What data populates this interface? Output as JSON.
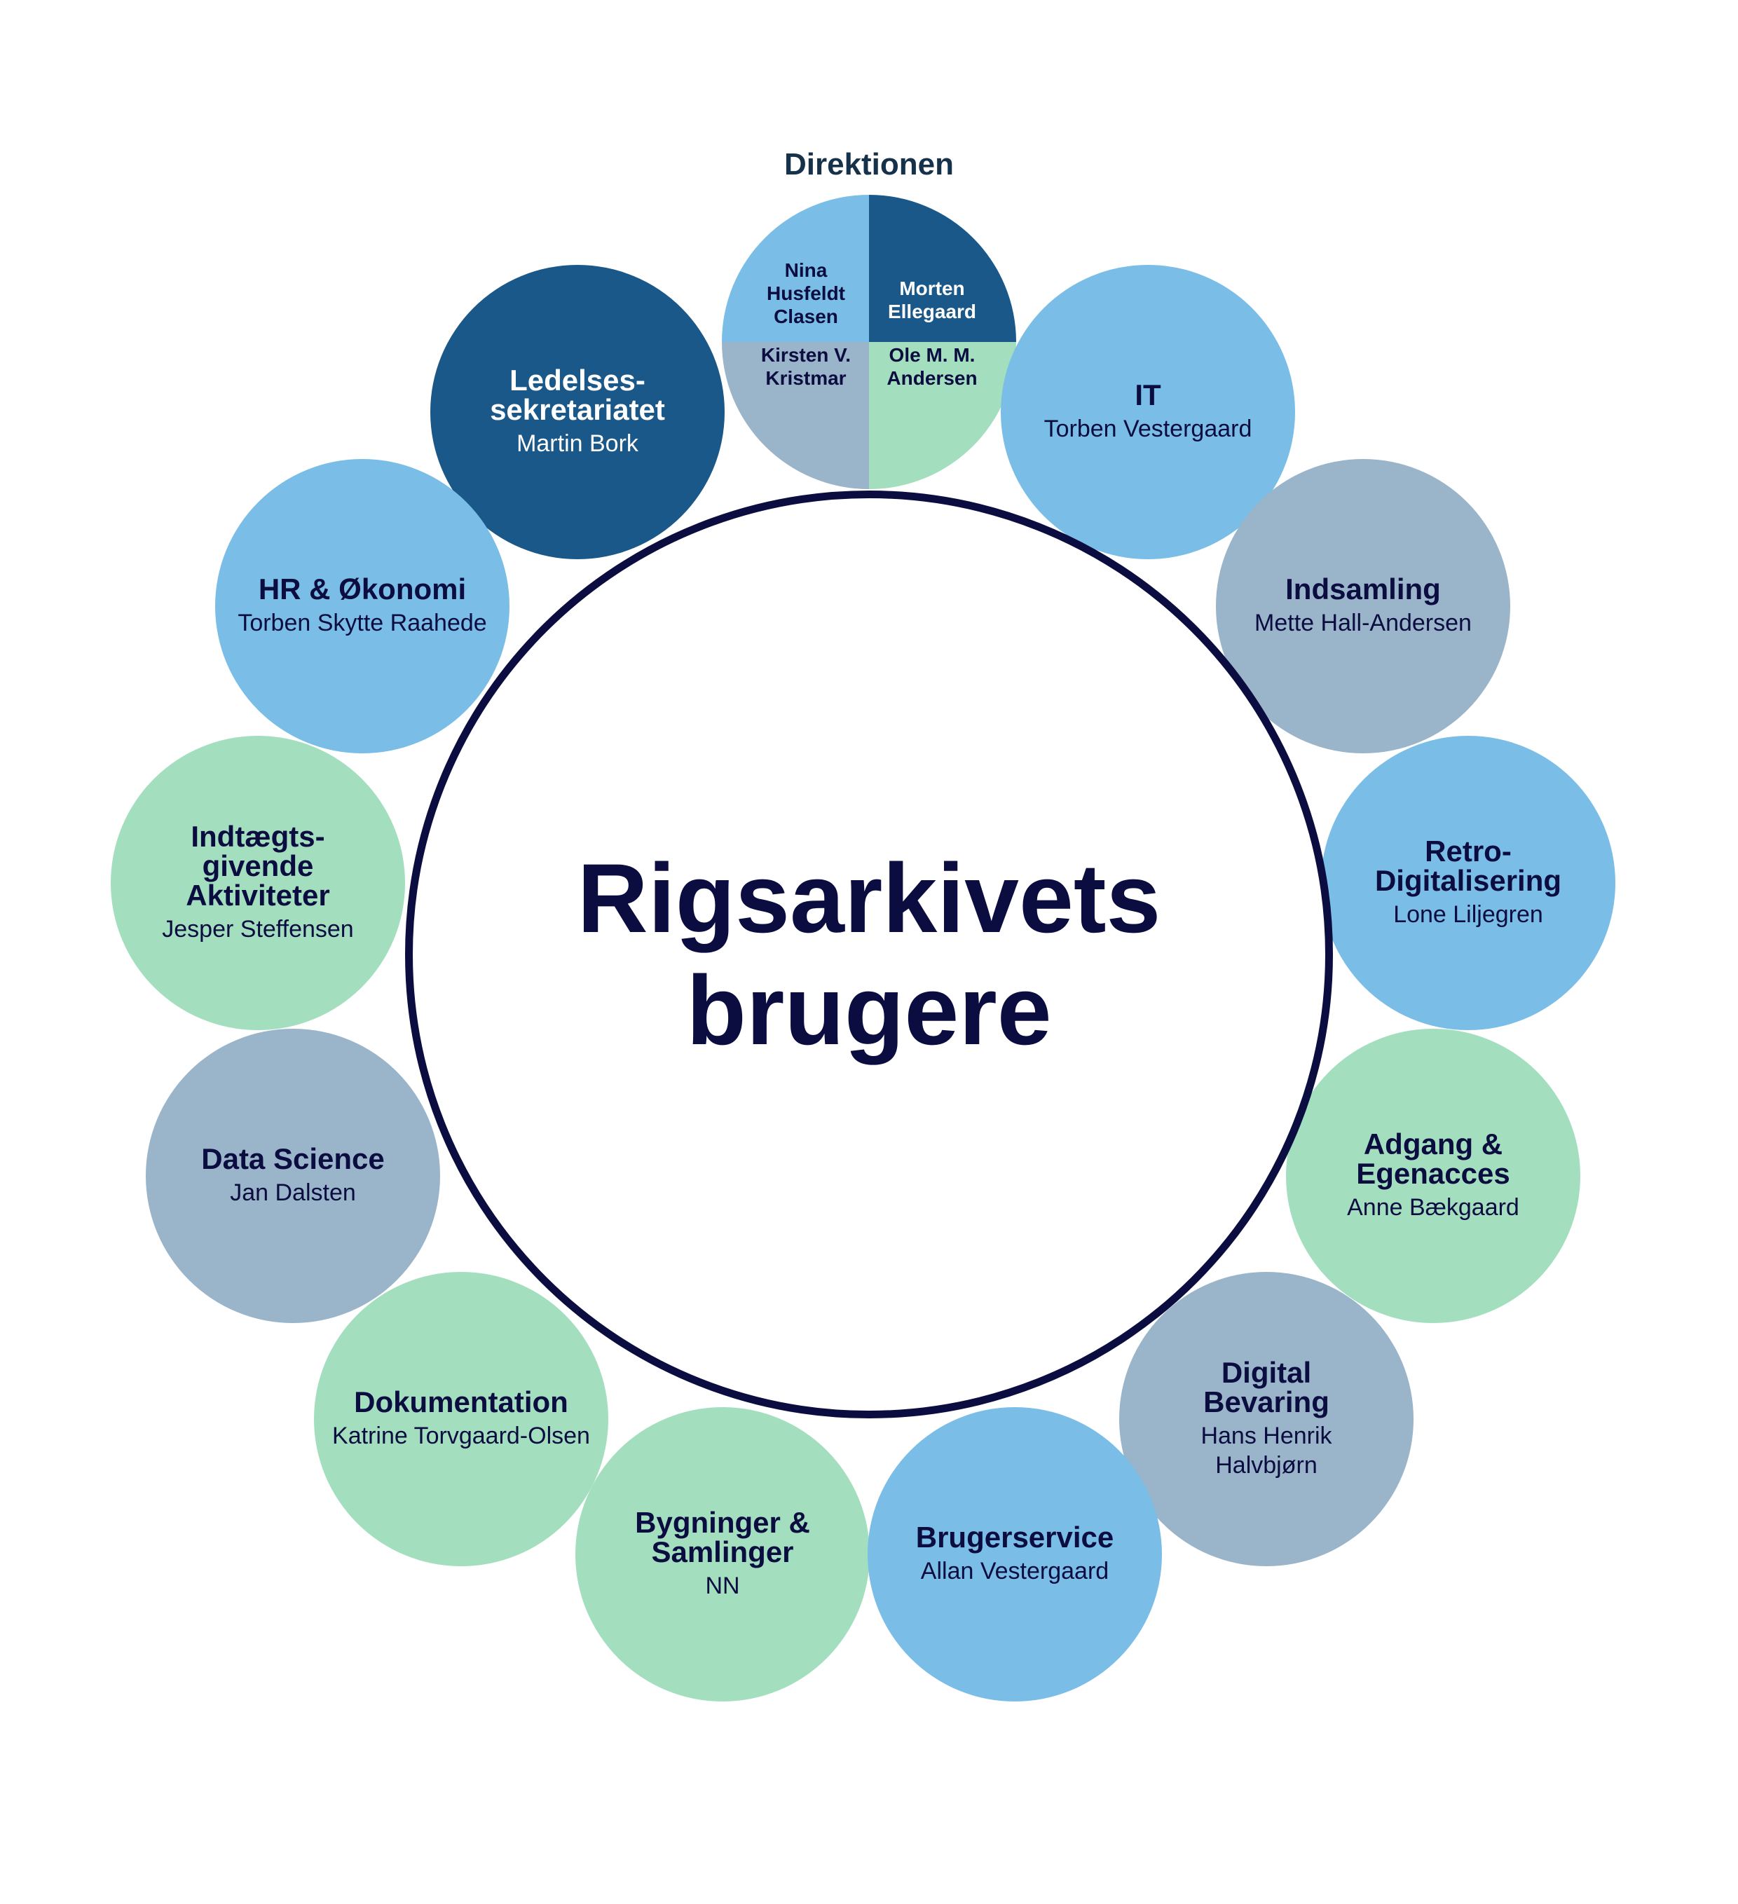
{
  "center": {
    "title": "Rigsarkivets\nbrugere"
  },
  "direktionen": {
    "heading": "Direktionen",
    "members": [
      {
        "name": "Nina\nHusfeldt\nClasen",
        "color": "#7abde6"
      },
      {
        "name": "Morten\nEllegaard",
        "color": "#1a5889"
      },
      {
        "name": "Kirsten V.\nKristmar",
        "color": "#9ab4ca"
      },
      {
        "name": "Ole M. M.\nAndersen",
        "color": "#a3dfbf"
      }
    ]
  },
  "colors": {
    "dark_blue": "#1a5889",
    "light_blue": "#7abde6",
    "grey_blue": "#9ab4ca",
    "mint": "#a3dfbf",
    "navy_text": "#0b0d40"
  },
  "units": [
    {
      "name": "Ledelses-\nsekretariatet",
      "lead": "Martin Bork",
      "color": "#1a5889"
    },
    {
      "name": "IT",
      "lead": "Torben Vestergaard",
      "color": "#7abde6"
    },
    {
      "name": "HR & Økonomi",
      "lead": "Torben Skytte Raahede",
      "color": "#7abde6"
    },
    {
      "name": "Indsamling",
      "lead": "Mette Hall-Andersen",
      "color": "#9ab4ca"
    },
    {
      "name": "Indtægts-\ngivende\nAktiviteter",
      "lead": "Jesper Steffensen",
      "color": "#a3dfbf"
    },
    {
      "name": "Retro-\nDigitalisering",
      "lead": "Lone Liljegren",
      "color": "#7abde6"
    },
    {
      "name": "Data Science",
      "lead": "Jan Dalsten",
      "color": "#9ab4ca"
    },
    {
      "name": "Adgang &\nEgenacces",
      "lead": "Anne Bækgaard",
      "color": "#a3dfbf"
    },
    {
      "name": "Dokumentation",
      "lead": "Katrine Torvgaard-Olsen",
      "color": "#a3dfbf"
    },
    {
      "name": "Digital\nBevaring",
      "lead": "Hans Henrik\nHalvbjørn",
      "color": "#9ab4ca"
    },
    {
      "name": "Bygninger &\nSamlinger",
      "lead": "NN",
      "color": "#a3dfbf"
    },
    {
      "name": "Brugerservice",
      "lead": "Allan Vestergaard",
      "color": "#7abde6"
    }
  ]
}
